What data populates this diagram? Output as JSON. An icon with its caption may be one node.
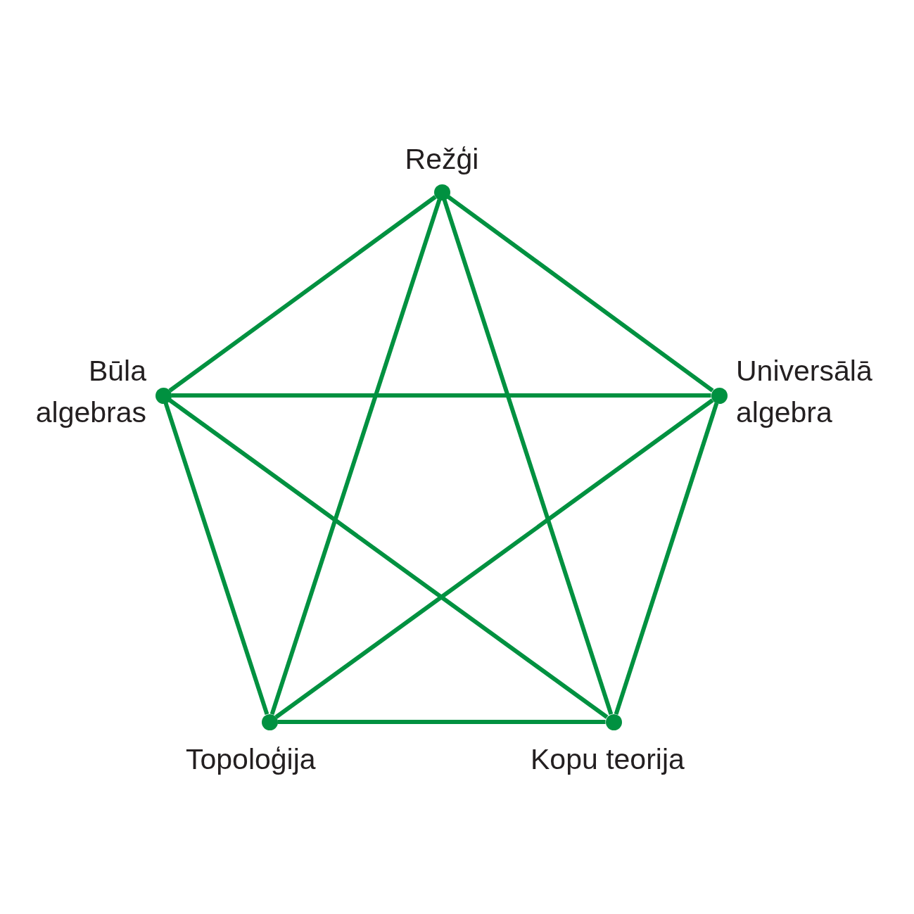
{
  "diagram": {
    "nodes": [
      {
        "text": [],
        "shape": "circle",
        "beside": [
          "Režģi"
        ]
      },
      {
        "text": [],
        "shape": "circle",
        "beside": [
          "Būla algebras"
        ]
      },
      {
        "text": [],
        "shape": "circle",
        "beside": [
          "Universālā algebra"
        ]
      },
      {
        "text": [],
        "shape": "circle",
        "beside": [
          "Topoloģija"
        ]
      },
      {
        "text": [],
        "shape": "circle",
        "beside": [
          "Kopu teorija"
        ]
      }
    ],
    "edges": [
      {
        "from": 0,
        "to": 1,
        "arrow": "none"
      },
      {
        "from": 0,
        "to": 2,
        "arrow": "none"
      },
      {
        "from": 0,
        "to": 3,
        "arrow": "none"
      },
      {
        "from": 0,
        "to": 4,
        "arrow": "none"
      },
      {
        "from": 1,
        "to": 2,
        "arrow": "none"
      },
      {
        "from": 1,
        "to": 3,
        "arrow": "none"
      },
      {
        "from": 1,
        "to": 4,
        "arrow": "none"
      },
      {
        "from": 2,
        "to": 3,
        "arrow": "none"
      },
      {
        "from": 2,
        "to": 4,
        "arrow": "none"
      },
      {
        "from": 3,
        "to": 4,
        "arrow": "none"
      }
    ]
  }
}
